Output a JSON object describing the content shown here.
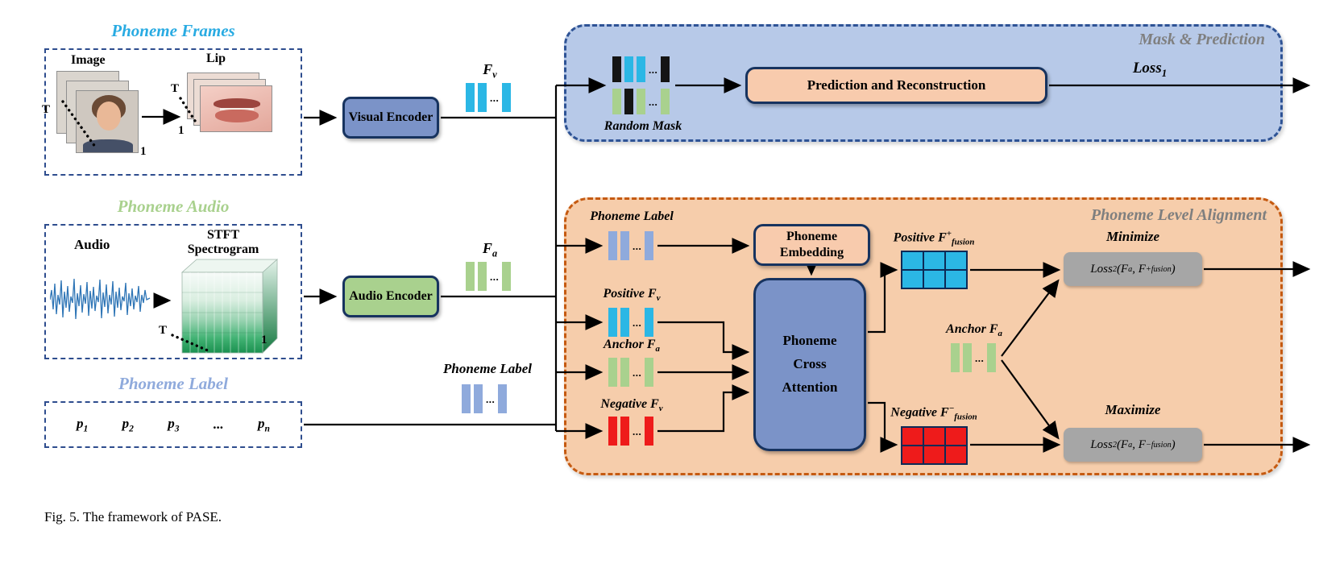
{
  "figure": {
    "caption": "Fig. 5.  The framework of PASE."
  },
  "colors": {
    "cyan": "#2bb7e5",
    "green": "#a9d18e",
    "periwinkle": "#8faadc",
    "red": "#ee1b1b",
    "black": "#141414",
    "encoder_blue": "#7b93c8",
    "peach": "#f8cbad",
    "gray_box": "#a6a6a6",
    "navy_border": "#17335f",
    "mask_region_fill": "#b7c9e8",
    "mask_region_border": "#2e5395",
    "align_region_fill": "#f6cdab",
    "align_region_border": "#c55a11",
    "title_frames": "#29abe2",
    "title_audio": "#a9d18e",
    "title_label": "#8faadc",
    "region_title": "#7f7f7f",
    "waveform": "#2e75b6"
  },
  "inputs": {
    "frames": {
      "title": "Phoneme Frames",
      "image_label": "Image",
      "lip_label": "Lip",
      "t_axis": "T",
      "one_axis": "1",
      "lip_t_axis": "T",
      "lip_one_axis": "1"
    },
    "audio": {
      "title": "Phoneme Audio",
      "audio_label": "Audio",
      "stft_label": "STFT\nSpectrogram",
      "t_axis": "T",
      "one_axis": "1"
    },
    "labels": {
      "title": "Phoneme Label",
      "items": [
        "p_{1}",
        "p_{2}",
        "p_{3}",
        "...",
        "p_{n}"
      ]
    }
  },
  "encoders": {
    "visual": "Visual Encoder",
    "audio": "Audio Encoder"
  },
  "features": {
    "fv": "F_{v}",
    "fa": "F_{a}",
    "phoneme_label": "Phoneme Label"
  },
  "mask_region": {
    "title": "Mask & Prediction",
    "random_mask": "Random Mask",
    "prediction_box": "Prediction and Reconstruction",
    "loss1": "Loss_{1}"
  },
  "align_region": {
    "title": "Phoneme Level Alignment",
    "phoneme_label": "Phoneme Label",
    "embedding_box": "Phoneme Embedding",
    "positive_fv": "Positive F_{v}",
    "anchor_fa": "Anchor F_{a}",
    "negative_fv": "Negative F_{v}",
    "attention_box": "Phoneme\nCross\nAttention",
    "positive_fusion": "Positive F^{+}_{fusion}",
    "anchor_fa_right": "Anchor F_{a}",
    "negative_fusion": "Negative F^{−}_{fusion}",
    "minimize": "Minimize",
    "maximize": "Maximize",
    "loss2_min": "Loss_{2}(F_{a}, F^{+}_{fusion})",
    "loss2_max": "Loss_{2}(F_{a}, F^{−}_{fusion})"
  },
  "bars": {
    "fv": [
      "cyan",
      "cyan",
      "dots",
      "cyan"
    ],
    "fa": [
      "green",
      "green",
      "dots",
      "green"
    ],
    "label_mid": [
      "periwinkle",
      "periwinkle",
      "dots",
      "periwinkle"
    ],
    "mask_top": [
      "black",
      "cyan",
      "cyan",
      "dots",
      "black"
    ],
    "mask_bottom": [
      "green",
      "black",
      "green",
      "dots",
      "green"
    ],
    "align_label": [
      "periwinkle",
      "periwinkle",
      "dots",
      "periwinkle"
    ],
    "positive": [
      "cyan",
      "cyan",
      "dots",
      "cyan"
    ],
    "anchor": [
      "green",
      "green",
      "dots",
      "green"
    ],
    "negative": [
      "red",
      "red",
      "dots",
      "red"
    ],
    "anchor_right": [
      "green",
      "green",
      "dots",
      "green"
    ]
  }
}
